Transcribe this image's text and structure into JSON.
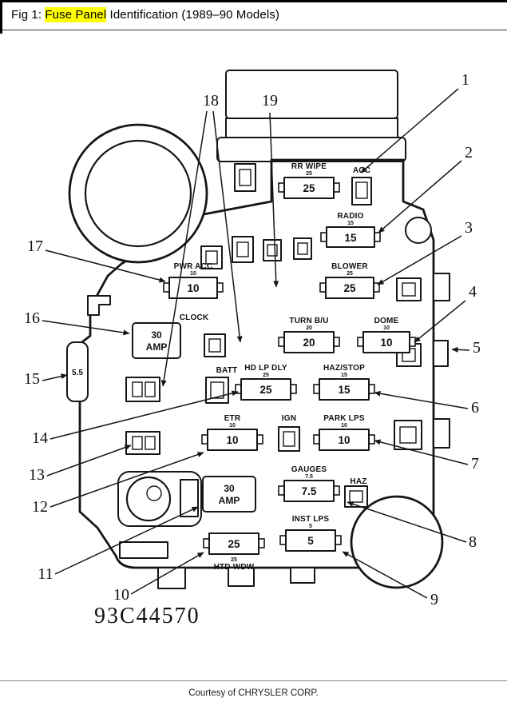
{
  "header": {
    "prefix": "Fig 1: ",
    "highlighted": "Fuse Panel",
    "suffix": " Identification (1989–90 Models)"
  },
  "footer": {
    "courtesy": "Courtesy of CHRYSLER CORP."
  },
  "diagram": {
    "part_number": "93C44570",
    "fuses": {
      "rr_wipe": {
        "label": "RR WIPE",
        "small": "25",
        "rating": "25"
      },
      "acc": {
        "label": "ACC"
      },
      "radio": {
        "label": "RADIO",
        "small": "15",
        "rating": "15"
      },
      "pwr_acc": {
        "label": "PWR ACC",
        "small": "10",
        "rating": "10"
      },
      "blower": {
        "label": "BLOWER",
        "small": "25",
        "rating": "25"
      },
      "clock": {
        "label": "CLOCK"
      },
      "turn_bu": {
        "label": "TURN B/U",
        "small": "20",
        "rating": "20"
      },
      "dome": {
        "label": "DOME",
        "small": "10",
        "rating": "10"
      },
      "breaker_top": {
        "line1": "30",
        "line2": "AMP"
      },
      "batt": {
        "label": "BATT"
      },
      "hd_lp_dly": {
        "label": "HD LP DLY",
        "small": "25",
        "rating": "25"
      },
      "haz_stop": {
        "label": "HAZ/STOP",
        "small": "15",
        "rating": "15"
      },
      "etr": {
        "label": "ETR",
        "small": "10",
        "rating": "10"
      },
      "ign": {
        "label": "IGN"
      },
      "park_lps": {
        "label": "PARK LPS",
        "small": "10",
        "rating": "10"
      },
      "gauges": {
        "label": "GAUGES",
        "small": "7.5",
        "rating": "7.5"
      },
      "haz": {
        "label": "HAZ"
      },
      "breaker_bottom": {
        "line1": "30",
        "line2": "AMP"
      },
      "inst_lps": {
        "label": "INST LPS",
        "small": "5",
        "rating": "5"
      },
      "htd_wdw": {
        "label": "HTD WDW",
        "small": "25",
        "rating": "25"
      },
      "flasher": {
        "rating": "5.5"
      }
    },
    "callouts": [
      "1",
      "2",
      "3",
      "4",
      "5",
      "6",
      "7",
      "8",
      "9",
      "10",
      "11",
      "12",
      "13",
      "14",
      "15",
      "16",
      "17",
      "18",
      "19"
    ]
  }
}
